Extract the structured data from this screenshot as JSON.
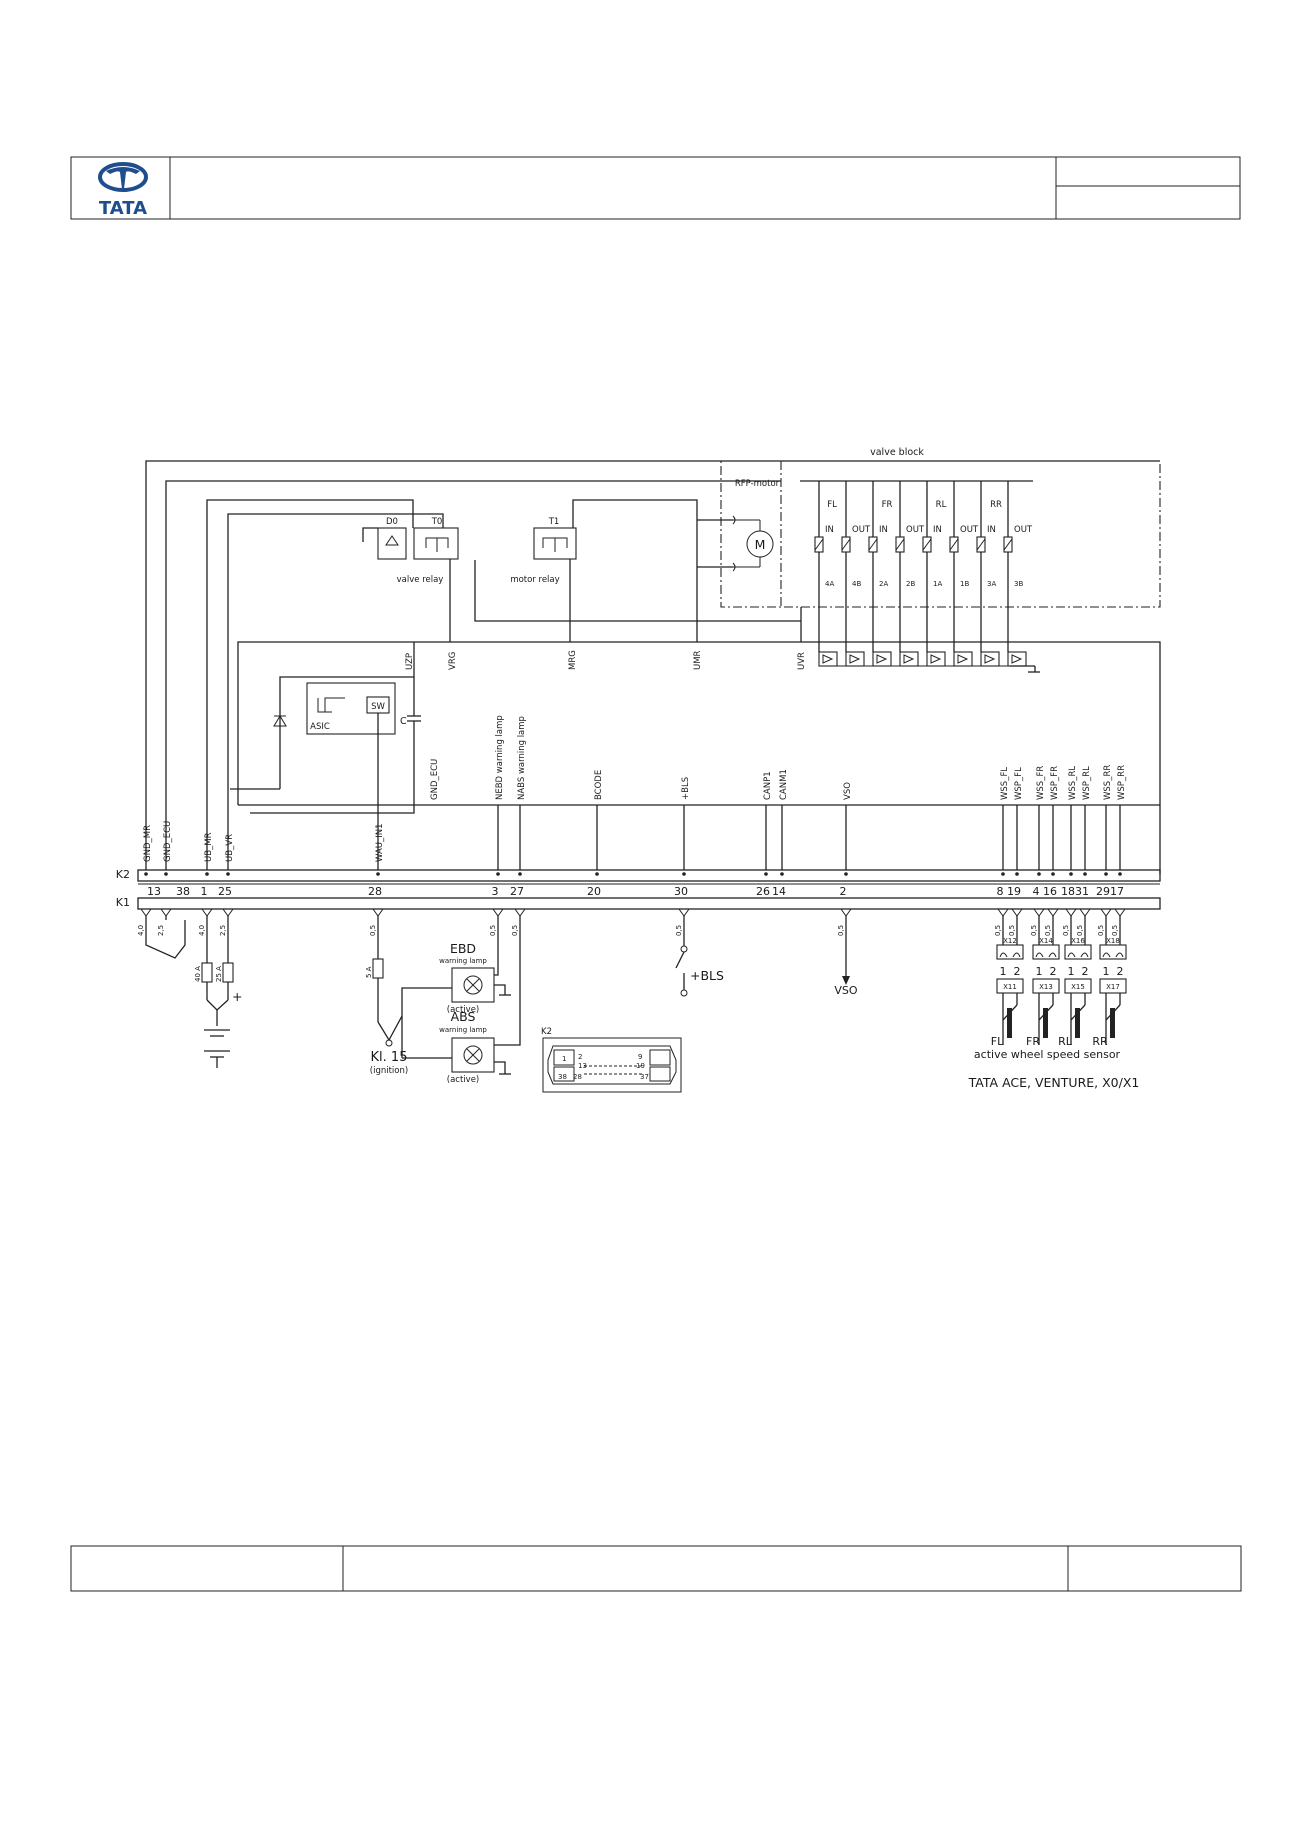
{
  "header": {
    "logo_text": "TATA",
    "brand_color": "#1f4e8f"
  },
  "diagram": {
    "valve_block_label": "valve block",
    "rfp_motor_label": "RFP-motor",
    "motor_symbol": "M",
    "valve_groups": [
      "FL",
      "FR",
      "RL",
      "RR"
    ],
    "valve_in_label": "IN",
    "valve_out_label": "OUT",
    "valve_ports": [
      "4A",
      "4B",
      "2A",
      "2B",
      "1A",
      "1B",
      "3A",
      "3B"
    ],
    "valve_relay": {
      "label": "valve relay",
      "d0": "D0",
      "t0": "T0"
    },
    "motor_relay": {
      "label": "motor relay",
      "t1": "T1"
    },
    "asic_label": "ASIC",
    "sw_label": "SW",
    "capacitor_label": "C",
    "internal_signals": {
      "uzp": "UZP",
      "vrg": "VRG",
      "mrg": "MRG",
      "umr": "UMR",
      "uvr": "UVR",
      "gnd_ecu": "GND_ECU"
    },
    "connector_k2": "K2",
    "connector_k1": "K1",
    "pins": [
      {
        "name": "GND_MR",
        "number": "13",
        "wire": "4,0"
      },
      {
        "name": "GND_ECU",
        "number": "38",
        "wire": "2,5"
      },
      {
        "name": "UB_MR",
        "number": "1",
        "wire": "4,0"
      },
      {
        "name": "UB_VR",
        "number": "25",
        "wire": "2,5"
      },
      {
        "name": "WAU_IN1",
        "number": "28",
        "wire": "0,5"
      },
      {
        "name": "NEBD warning lamp",
        "number": "3",
        "wire": "0,5"
      },
      {
        "name": "NABS warning lamp",
        "number": "27",
        "wire": "0,5"
      },
      {
        "name": "BCODE",
        "number": "20",
        "wire": ""
      },
      {
        "name": "+BLS",
        "number": "30",
        "wire": "0,5"
      },
      {
        "name": "CANP1",
        "number": "26",
        "wire": ""
      },
      {
        "name": "CANM1",
        "number": "14",
        "wire": ""
      },
      {
        "name": "VSO",
        "number": "2",
        "wire": "0,5"
      },
      {
        "name": "WSS_FL",
        "number": "8",
        "wire": "0,5"
      },
      {
        "name": "WSP_FL",
        "number": "19",
        "wire": "0,5"
      },
      {
        "name": "WSS_FR",
        "number": "4",
        "wire": "0,5"
      },
      {
        "name": "WSP_FR",
        "number": "16",
        "wire": "0,5"
      },
      {
        "name": "WSS_RL",
        "number": "18",
        "wire": "0,5"
      },
      {
        "name": "WSP_RL",
        "number": "31",
        "wire": "0,5"
      },
      {
        "name": "WSS_RR",
        "number": "29",
        "wire": "0,5"
      },
      {
        "name": "WSP_RR",
        "number": "17",
        "wire": "0,5"
      }
    ],
    "fuse_40": "40 A",
    "fuse_25": "25 A",
    "fuse_5": "5 A",
    "battery_plus": "+",
    "kl15": {
      "label": "Kl. 15",
      "sub": "(ignition)"
    },
    "ebd_lamp": {
      "name": "EBD",
      "sub": "warning lamp",
      "state": "(active)"
    },
    "abs_lamp": {
      "name": "ABS",
      "sub": "warning lamp",
      "state": "(active)"
    },
    "bls_label": "+BLS",
    "vso_label": "VSO",
    "k2_inset": {
      "title": "K2",
      "p1": "1",
      "p2": "2",
      "p9": "9",
      "p13": "13",
      "p19": "19",
      "p28": "28",
      "p37": "37",
      "p38": "38"
    },
    "sensor_connector_pins": [
      "1",
      "2"
    ],
    "sensor_codes_top": [
      "X12",
      "X14",
      "X16",
      "X18"
    ],
    "sensor_codes_bottom": [
      "X11",
      "X13",
      "X15",
      "X17"
    ],
    "wheel_labels": [
      "FL",
      "FR",
      "RL",
      "RR"
    ],
    "sensor_caption": "active  wheel  speed  sensor",
    "vehicle_caption": "TATA ACE, VENTURE, X0/X1"
  }
}
